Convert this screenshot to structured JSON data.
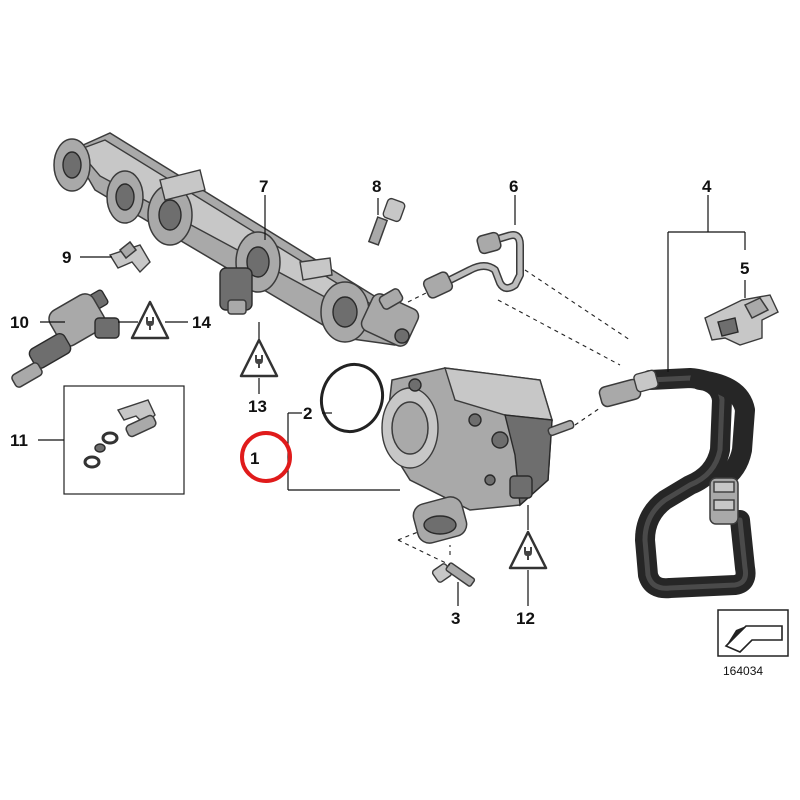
{
  "callouts": {
    "c1": "1",
    "c2": "2",
    "c3": "3",
    "c4": "4",
    "c5": "5",
    "c6": "6",
    "c7": "7",
    "c8": "8",
    "c9": "9",
    "c10": "10",
    "c11": "11",
    "c12": "12",
    "c13": "13",
    "c14": "14"
  },
  "reference_number": "164034",
  "highlight": {
    "callout": "1",
    "color": "#e01b1b"
  },
  "icons": [
    "electrical-warning-icon",
    "reference-arrow-icon"
  ]
}
